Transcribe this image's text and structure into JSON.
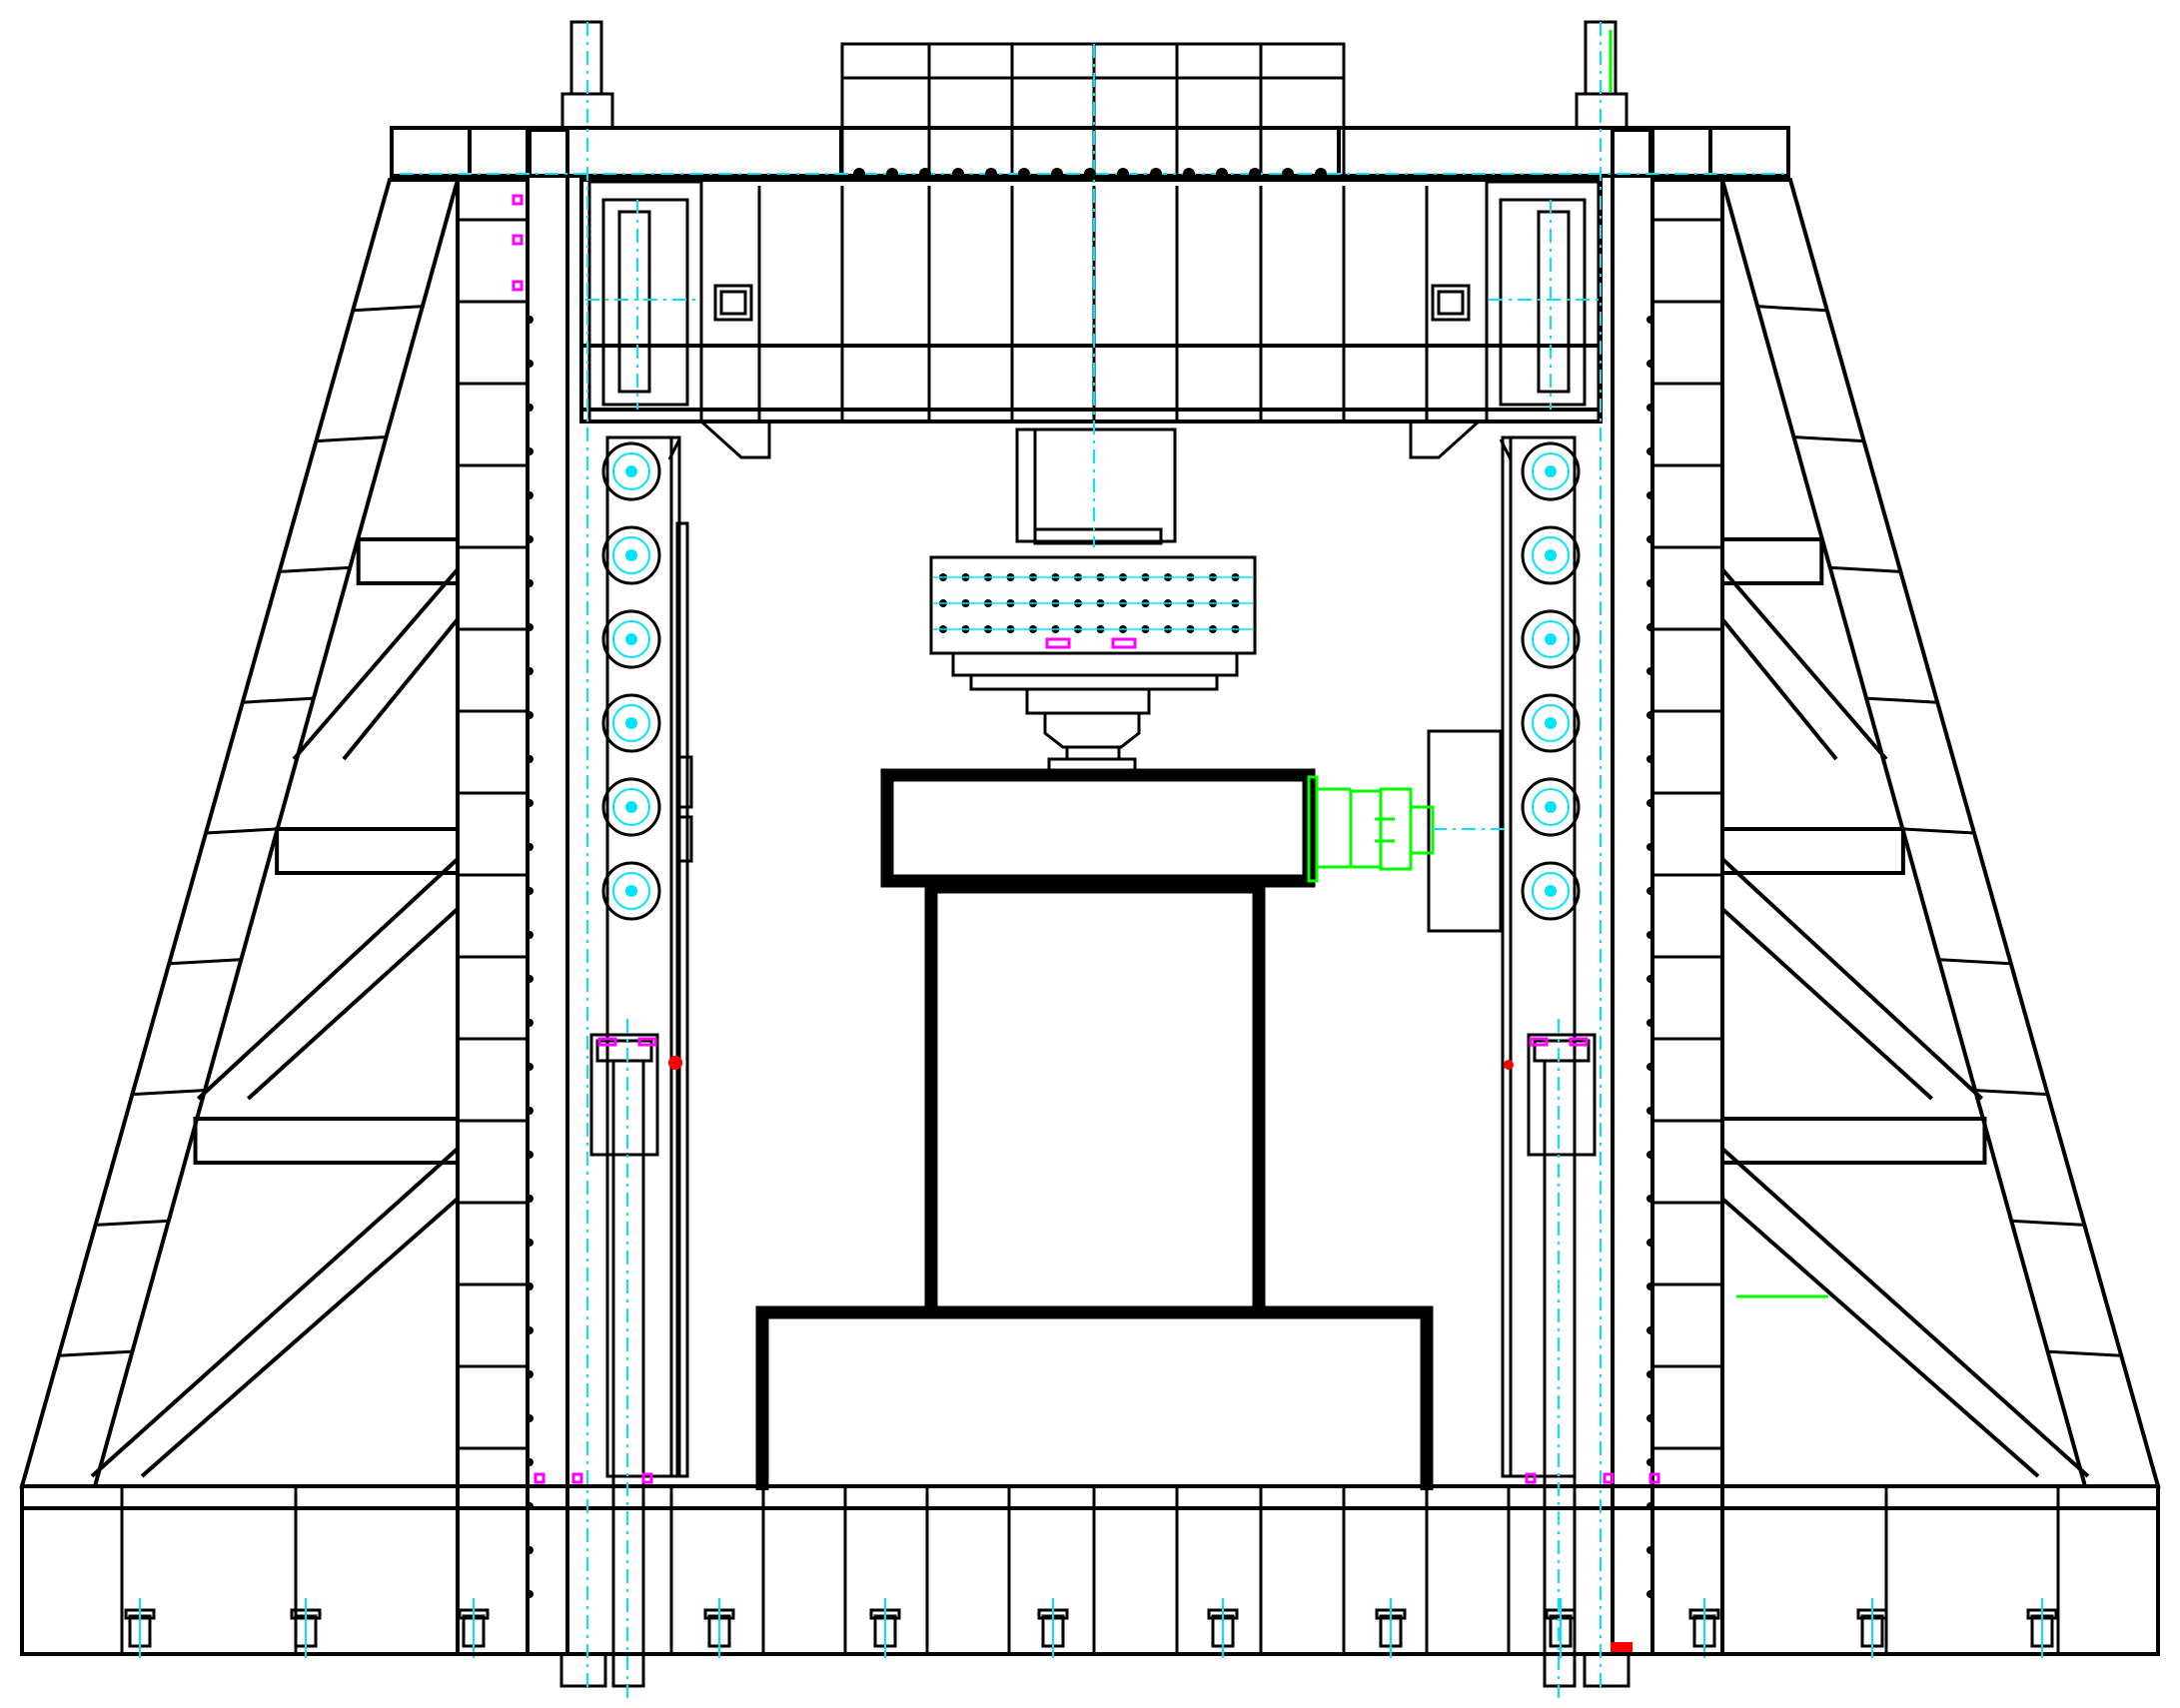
{
  "drawing": {
    "description_visible_text": "",
    "colors": {
      "background": "#ffffff",
      "structure": "#000000",
      "centerline": "#00e5ff",
      "actuator": "#00ff00",
      "highlight_magenta": "#ff00ff",
      "marker_red": "#ff0000"
    },
    "counts": {
      "guide_roller_pairs": 6,
      "base_anchor_bolts": 12,
      "crosshead_bolt_columns": 15,
      "frame_truss_tiers": 3
    }
  }
}
